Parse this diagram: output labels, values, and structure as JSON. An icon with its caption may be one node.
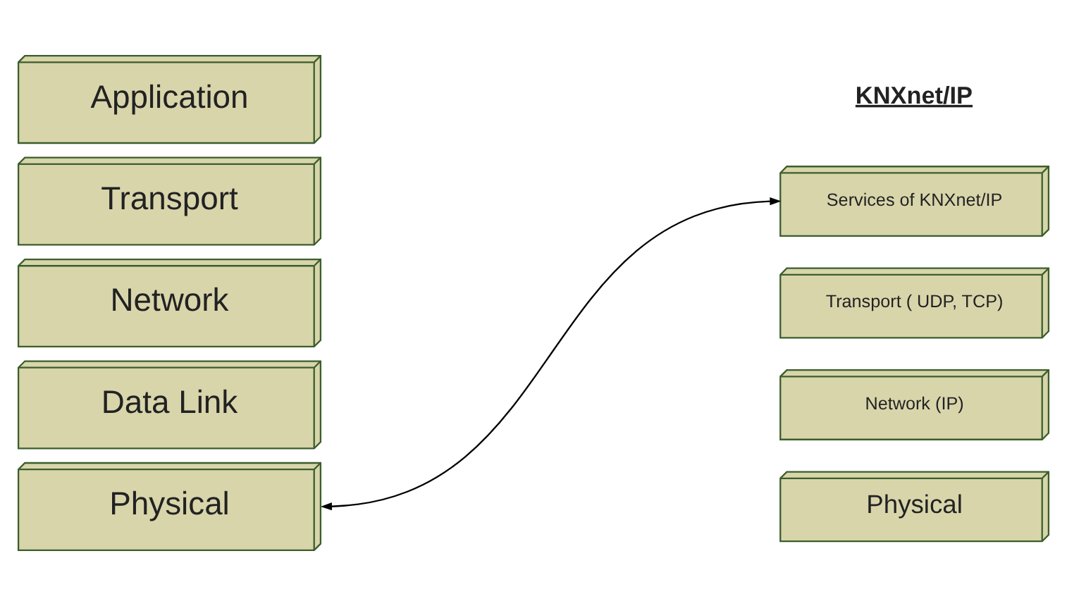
{
  "diagram": {
    "nodes": [
      {
        "text": [
          "Application"
        ]
      },
      {
        "text": [
          "Transport"
        ]
      },
      {
        "text": [
          "Network"
        ]
      },
      {
        "text": [
          "Data Link"
        ]
      },
      {
        "text": [
          "Physical"
        ]
      },
      {
        "text": [
          "Services of KNXnet/IP"
        ]
      },
      {
        "text": [
          "Transport ( UDP, TCP)"
        ]
      },
      {
        "text": [
          "Network (IP)"
        ]
      },
      {
        "text": [
          "Physical"
        ]
      }
    ],
    "edges": [
      {
        "from": 4,
        "to": 5,
        "arrow": "both"
      }
    ],
    "labels": [
      "KNXnet/IP"
    ]
  }
}
